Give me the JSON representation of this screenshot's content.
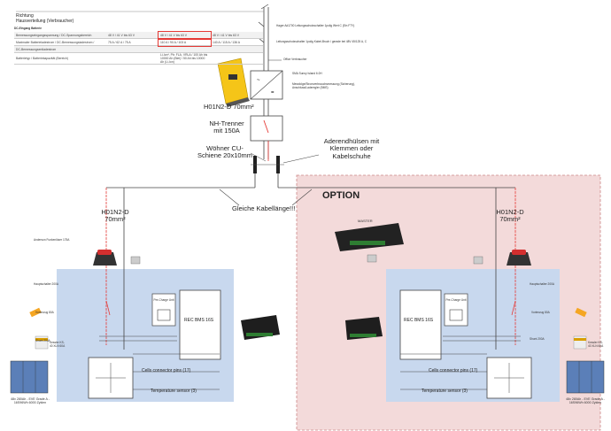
{
  "header": {
    "title_line1": "Richtung",
    "title_line2": "Hausverteilung (Verbraucher)"
  },
  "spec_table": {
    "heading": "DC-Eingang Batterie",
    "rows": [
      [
        "Bemessungseingangsspannung / DC-Spannungsbereich",
        "48 V / 41 V bis 63 V",
        "48 V / 41 V bis 63 V",
        "48 V / 41 V bis 63 V"
      ],
      [
        "Maximaler Batterieladestrom / DC-Bemessungsladestrom /",
        "75 A / 62 A / 75 A",
        "110 A / 90 A / 103 A",
        "140 A / 115 A / 136 A"
      ],
      [
        "DC-Bemessungsentladestrom",
        "",
        "",
        ""
      ],
      [
        "Batterietyp / Batteriekapazität (Bereich)",
        "",
        "Li-Ion*, Pb: FLA, VRLA / 100 Ah bis 10000 Ah (Blei) / 50 Ah bis 10000 Ah (Li-Ion)",
        ""
      ]
    ]
  },
  "annotations": {
    "ve_note": "Hager Ad1700 Leitungsschutzschalter 1polig Wert C (Ein FTY)",
    "ve_note2": "Leitungsschutzschalter 1polig Kabel-Bruch / gerade bei 48V 45/125 A, C",
    "office": "Office Verbraucher",
    "sma_label": "SMA Sunny Island 6.0H",
    "mid_note": "Messfolge/Stromverbrauchsmessung (Sicherung), Anschluss/Laderegler (BMS)",
    "cable_top": "H01N2-D 70mm²",
    "nh_trenner": "NH-Trenner mit 150A",
    "cu_rail": "Wöhner CU-Schiene 20x10mm",
    "ferrules": "Aderendhülsen mit Klemmen oder Kabelschuhe",
    "same_length": "Gleiche Kabellänge!!!",
    "option": "OPTION",
    "master": "MASTER"
  },
  "left_pack": {
    "cable": "H01N2-D 70mm²",
    "anderson": "Anderson Funkenlöser 175A",
    "main_switch": "Hauptschalter 200A",
    "prefuse": "Vorlenzug 80A",
    "shunt": "Shunt 200A",
    "precharge": "Pre-Charge Unit",
    "bms": "REC BMS 16S",
    "cells_pins": "Cells connector pins (17)",
    "temp": "Temperature sensor (3)",
    "battery_desc": "48v 280Ah - EVE Grade A - 16S96Wh 6000 Zyklen",
    "cell_spec": "Kessler KS-40 XLN 60A"
  },
  "right_pack": {
    "cable": "H01N2-D 70mm²",
    "main_switch": "Hauptschalter 200A",
    "prefuse": "Vorlenzug 80A",
    "shunt": "Shunt 200A",
    "precharge": "Pre-Charge Unit",
    "bms": "REC BMS 16S",
    "cells_pins": "Cells connector pins (17)",
    "temp": "Temperature sensor (3)",
    "battery_desc": "48v 280Ah - EVE Grade A - 16S96Wh 6000 Zyklen",
    "cell_spec": "Kessler KS-40 XLN 60A"
  },
  "colors": {
    "option_bg": "#f3dada",
    "pack_bg": "#c8d8ee",
    "cable_red": "#e53935",
    "inverter_yellow": "#f5c518"
  }
}
